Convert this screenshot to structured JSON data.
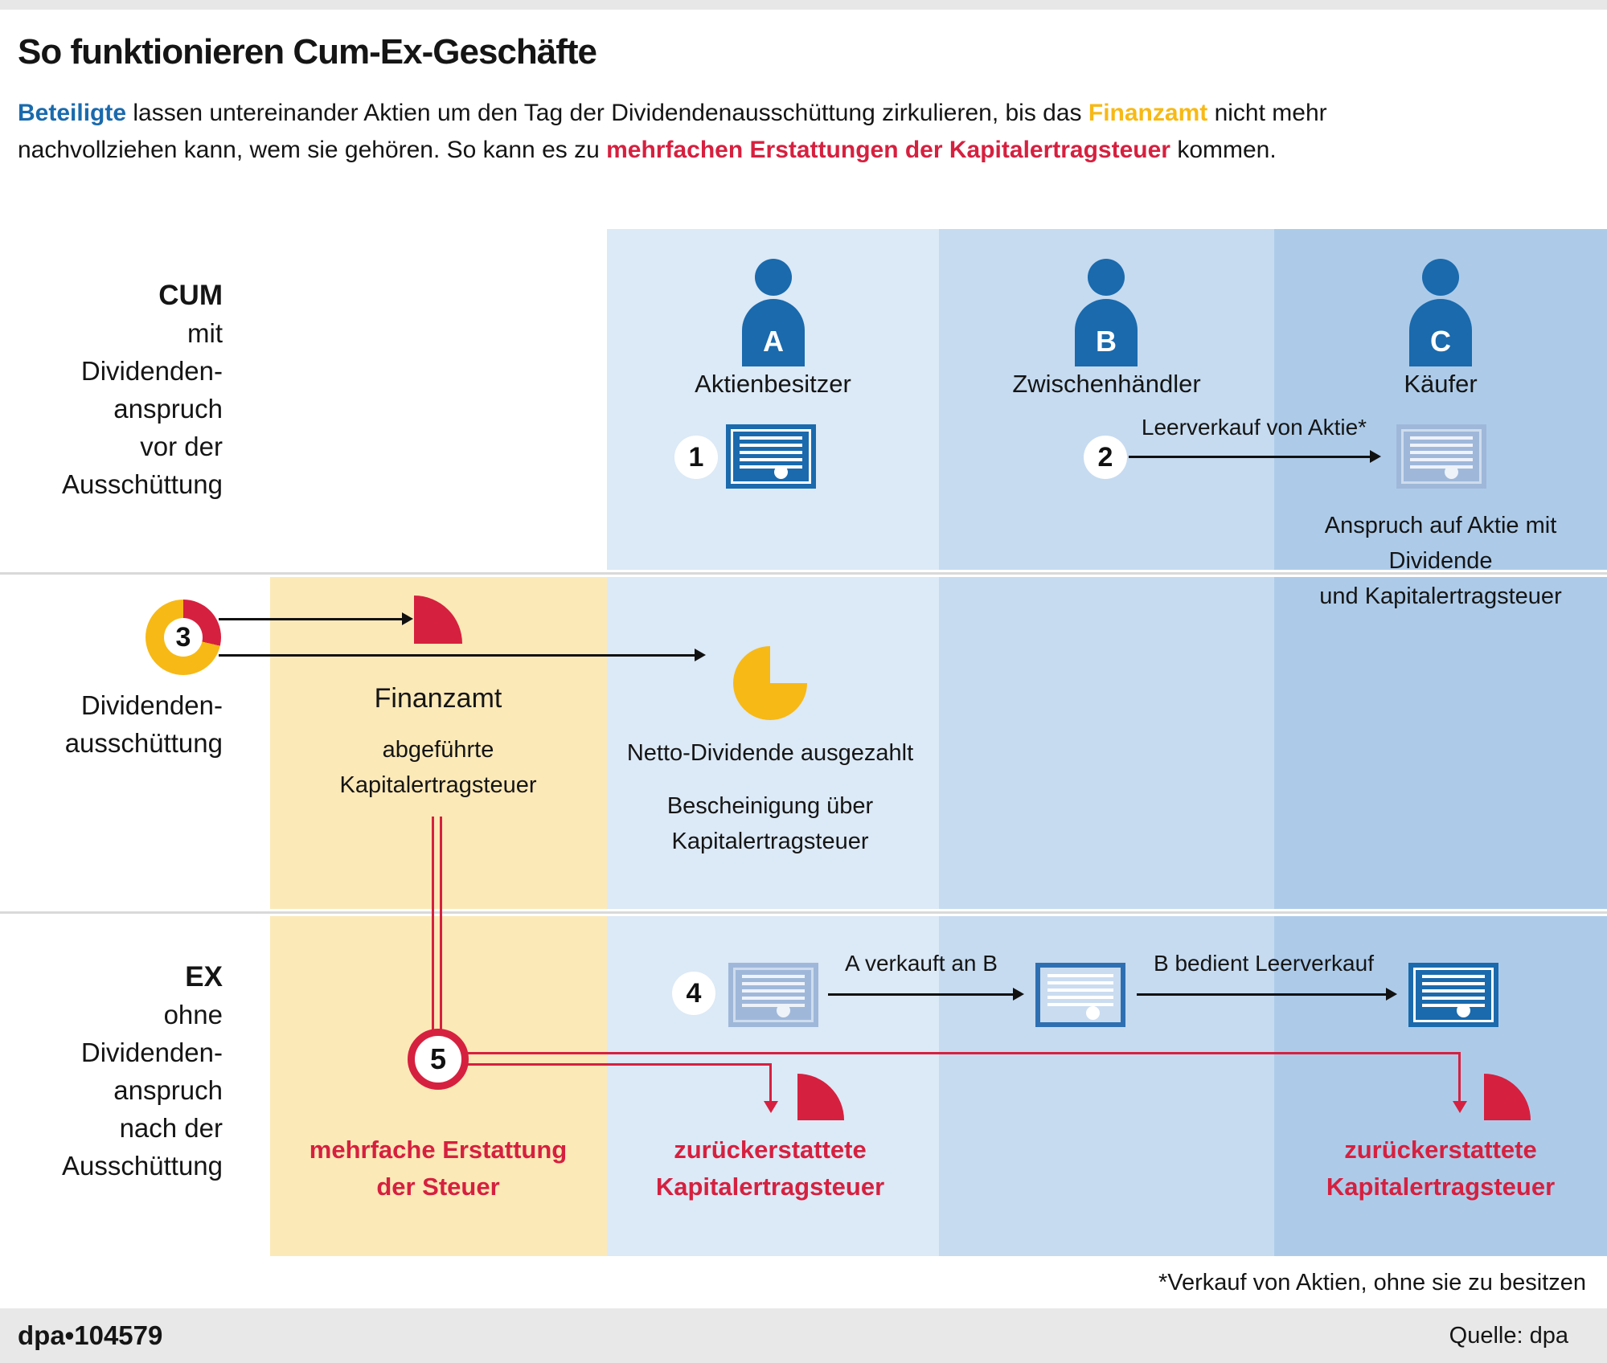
{
  "top": {
    "title": "So funktionieren Cum-Ex-Geschäfte",
    "subtitle_line1": [
      {
        "t": "Beteiligte",
        "c": "blue"
      },
      {
        "t": " lassen untereinander Aktien um den Tag der Dividendenausschüttung zirkulieren, bis das "
      },
      {
        "t": "Finanzamt",
        "c": "yellow"
      },
      {
        "t": " nicht mehr"
      }
    ],
    "subtitle_line2": [
      {
        "t": "nachvollziehen kann, wem sie gehören. So kann es zu "
      },
      {
        "t": "mehrfachen Erstattungen der Kapitalertragsteuer",
        "c": "red"
      },
      {
        "t": " kommen."
      }
    ]
  },
  "actors": [
    {
      "letter": "A",
      "name": "Aktienbesitzer"
    },
    {
      "letter": "B",
      "name": "Zwischenhändler"
    },
    {
      "letter": "C",
      "name": "Käufer"
    }
  ],
  "row_labels": {
    "cum": {
      "lead": "CUM",
      "lines": [
        "mit",
        "Dividenden-",
        "anspruch",
        "vor der",
        "Ausschüttung"
      ]
    },
    "mid": {
      "lines": [
        "Dividenden-",
        "ausschüttung"
      ]
    },
    "ex": {
      "lead": "EX",
      "lines": [
        "ohne",
        "Dividenden-",
        "anspruch",
        "nach der",
        "Ausschüttung"
      ]
    }
  },
  "steps": [
    "1",
    "2",
    "3",
    "4",
    "5"
  ],
  "cum_row": {
    "leerverkauf_label": "Leerverkauf von Aktie*",
    "anspruch_line1": "Anspruch auf Aktie mit Dividende",
    "anspruch_line2": "und Kapitalertragsteuer"
  },
  "mid_row": {
    "finanzamt": "Finanzamt",
    "abgefuehrt_line1": "abgeführte",
    "abgefuehrt_line2": "Kapitalertragsteuer",
    "netto": "Netto-Dividende ausgezahlt",
    "bescheinigung_line1": "Bescheinigung über",
    "bescheinigung_line2": "Kapitalertragsteuer"
  },
  "ex_row": {
    "a_verkauft": "A verkauft an B",
    "b_bedient": "B bedient Leerverkauf",
    "mehrfach_line1": "mehrfache Erstattung",
    "mehrfach_line2": "der Steuer",
    "zurueck_line1": "zurückerstattete",
    "zurueck_line2": "Kapitalertragsteuer"
  },
  "footer": {
    "footnote": "*Verkauf von Aktien, ohne sie zu besitzen",
    "brand": "dpa",
    "separator": "•",
    "code": "104579",
    "source": "Quelle: dpa"
  },
  "colors": {
    "accent_blue": "#1a6aad",
    "accent_yellow": "#f7b916",
    "accent_red": "#d6203f",
    "col_owner": "#dce9f6",
    "col_broker": "#c6dbf0",
    "col_buyer": "#adcbe9",
    "col_finanzamt": "#fce9b8"
  }
}
